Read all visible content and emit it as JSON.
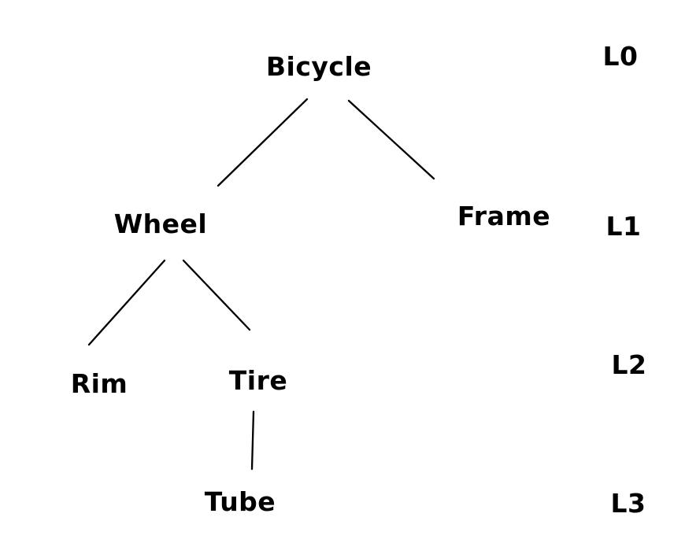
{
  "diagram": {
    "type": "tree",
    "style": "hand-drawn",
    "colors": {
      "ink": "#000000",
      "background": "#ffffff"
    },
    "nodes": {
      "bicycle": {
        "label": "Bicycle",
        "level": "L0",
        "parent": null
      },
      "wheel": {
        "label": "Wheel",
        "level": "L1",
        "parent": "Bicycle"
      },
      "frame": {
        "label": "Frame",
        "level": "L1",
        "parent": "Bicycle"
      },
      "rim": {
        "label": "Rim",
        "level": "L2",
        "parent": "Wheel"
      },
      "tire": {
        "label": "Tire",
        "level": "L2",
        "parent": "Wheel"
      },
      "tube": {
        "label": "Tube",
        "level": "L3",
        "parent": "Tire"
      }
    },
    "edges": [
      {
        "from": "Bicycle",
        "to": "Wheel"
      },
      {
        "from": "Bicycle",
        "to": "Frame"
      },
      {
        "from": "Wheel",
        "to": "Rim"
      },
      {
        "from": "Wheel",
        "to": "Tire"
      },
      {
        "from": "Tire",
        "to": "Tube"
      }
    ],
    "level_labels": {
      "l0": "L0",
      "l1": "L1",
      "l2": "L2",
      "l3": "L3"
    }
  }
}
